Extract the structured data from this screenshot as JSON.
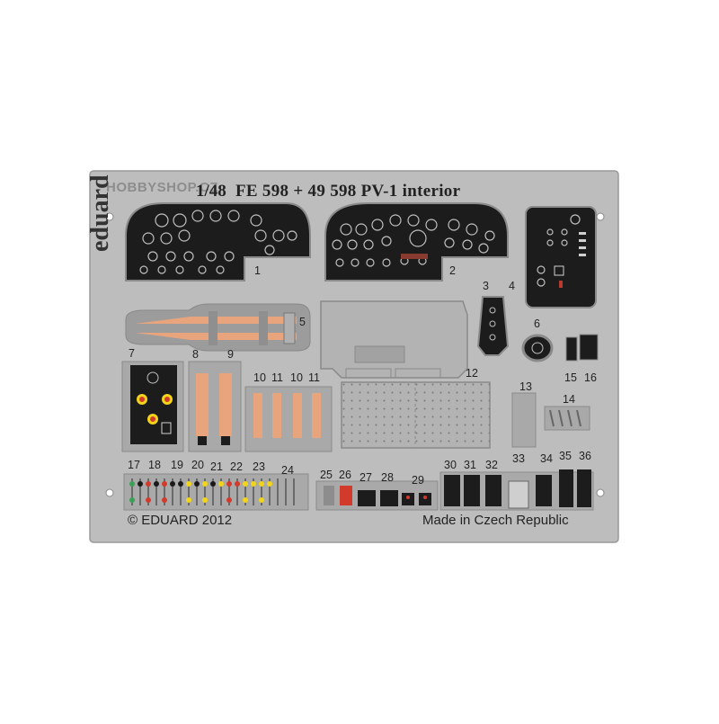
{
  "fret": {
    "watermark": "HOBBYSHOP.CZ",
    "scale": "1/48",
    "title": "FE 598 + 49 598 PV-1 interior",
    "brand": "eduard",
    "copyright": "© EDUARD 2012",
    "origin": "Made in Czech Republic"
  },
  "part_numbers": [
    "1",
    "2",
    "3",
    "4",
    "5",
    "6",
    "7",
    "8",
    "9",
    "10",
    "11",
    "10",
    "11",
    "12",
    "13",
    "14",
    "15",
    "16",
    "17",
    "18",
    "19",
    "20",
    "21",
    "22",
    "23",
    "24",
    "25",
    "26",
    "27",
    "28",
    "29",
    "30",
    "31",
    "32",
    "33",
    "34",
    "35",
    "36"
  ],
  "colors": {
    "metal": "#bcbcbc",
    "metal_dark": "#9c9c9c",
    "panel_black": "#1a1a1a",
    "belt_orange": "#e8a47c",
    "accent_red": "#d23a2c",
    "accent_yellow": "#f2d51a",
    "accent_green": "#3aa055"
  }
}
